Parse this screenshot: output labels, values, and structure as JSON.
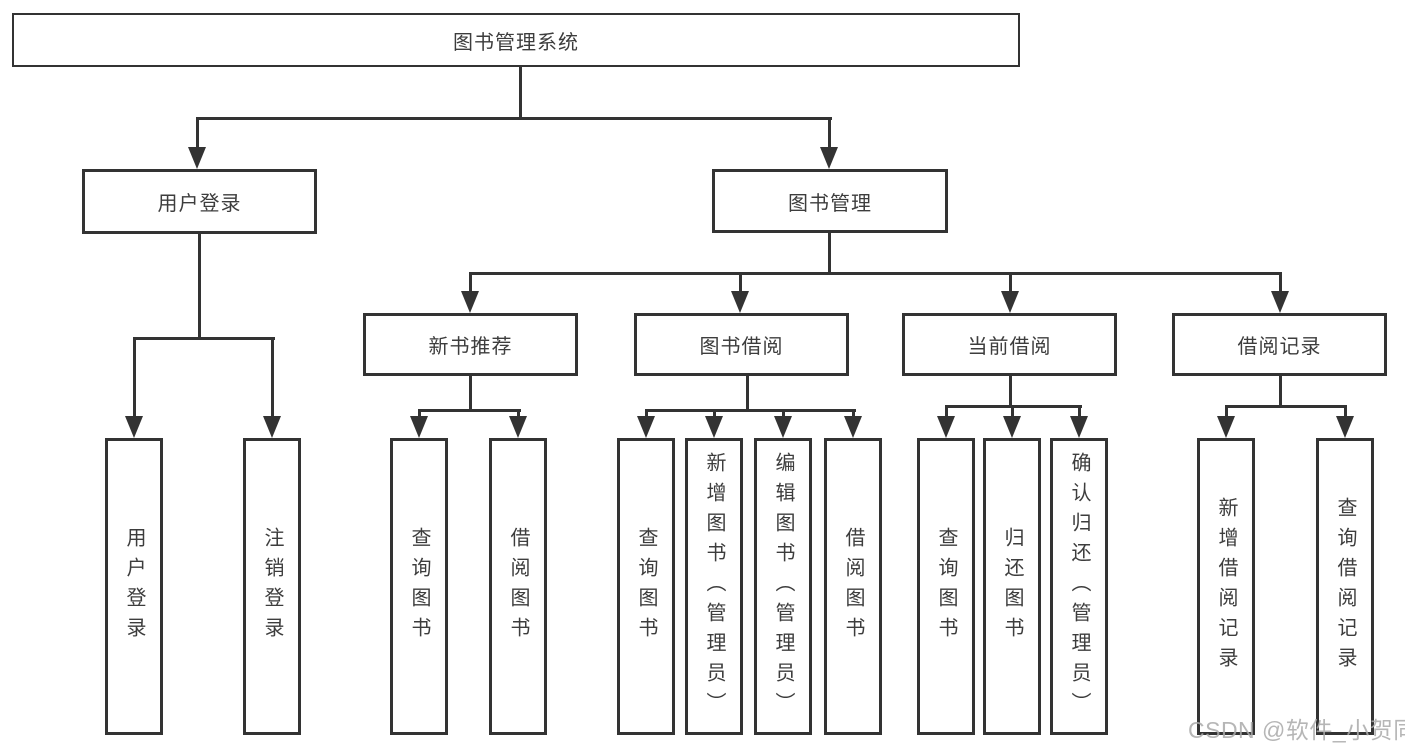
{
  "title": "图书管理系统",
  "colors": {
    "line": "#333333",
    "text": "#3d3d3d",
    "background": "#ffffff",
    "watermark": "#aaaaaa"
  },
  "nodes": {
    "root": "图书管理系统",
    "user_login": "用户登录",
    "book_management": "图书管理",
    "new_book_recommend": "新书推荐",
    "book_borrowing": "图书借阅",
    "current_borrowing": "当前借阅",
    "borrowing_records": "借阅记录",
    "leaf_user_login": "用户登录",
    "leaf_logout": "注销登录",
    "nbr_query_books": "查询图书",
    "nbr_borrow_books": "借阅图书",
    "bb_query_books": "查询图书",
    "bb_add_books": "新增图书（管理员）",
    "bb_edit_books": "编辑图书（管理员）",
    "bb_borrow_books": "借阅图书",
    "cb_query_books": "查询图书",
    "cb_return_books": "归还图书",
    "cb_confirm_return": "确认归还（管理员）",
    "br_new_record": "新增借阅记录",
    "br_query_record": "查询借阅记录"
  },
  "hierarchy": {
    "label": "图书管理系统",
    "children": [
      {
        "label": "用户登录",
        "children": [
          {
            "label": "用户登录"
          },
          {
            "label": "注销登录"
          }
        ]
      },
      {
        "label": "图书管理",
        "children": [
          {
            "label": "新书推荐",
            "children": [
              {
                "label": "查询图书"
              },
              {
                "label": "借阅图书"
              }
            ]
          },
          {
            "label": "图书借阅",
            "children": [
              {
                "label": "查询图书"
              },
              {
                "label": "新增图书（管理员）"
              },
              {
                "label": "编辑图书（管理员）"
              },
              {
                "label": "借阅图书"
              }
            ]
          },
          {
            "label": "当前借阅",
            "children": [
              {
                "label": "查询图书"
              },
              {
                "label": "归还图书"
              },
              {
                "label": "确认归还（管理员）"
              }
            ]
          },
          {
            "label": "借阅记录",
            "children": [
              {
                "label": "新增借阅记录"
              },
              {
                "label": "查询借阅记录"
              }
            ]
          }
        ]
      }
    ]
  },
  "watermark": "CSDN @软件_小贺同学"
}
